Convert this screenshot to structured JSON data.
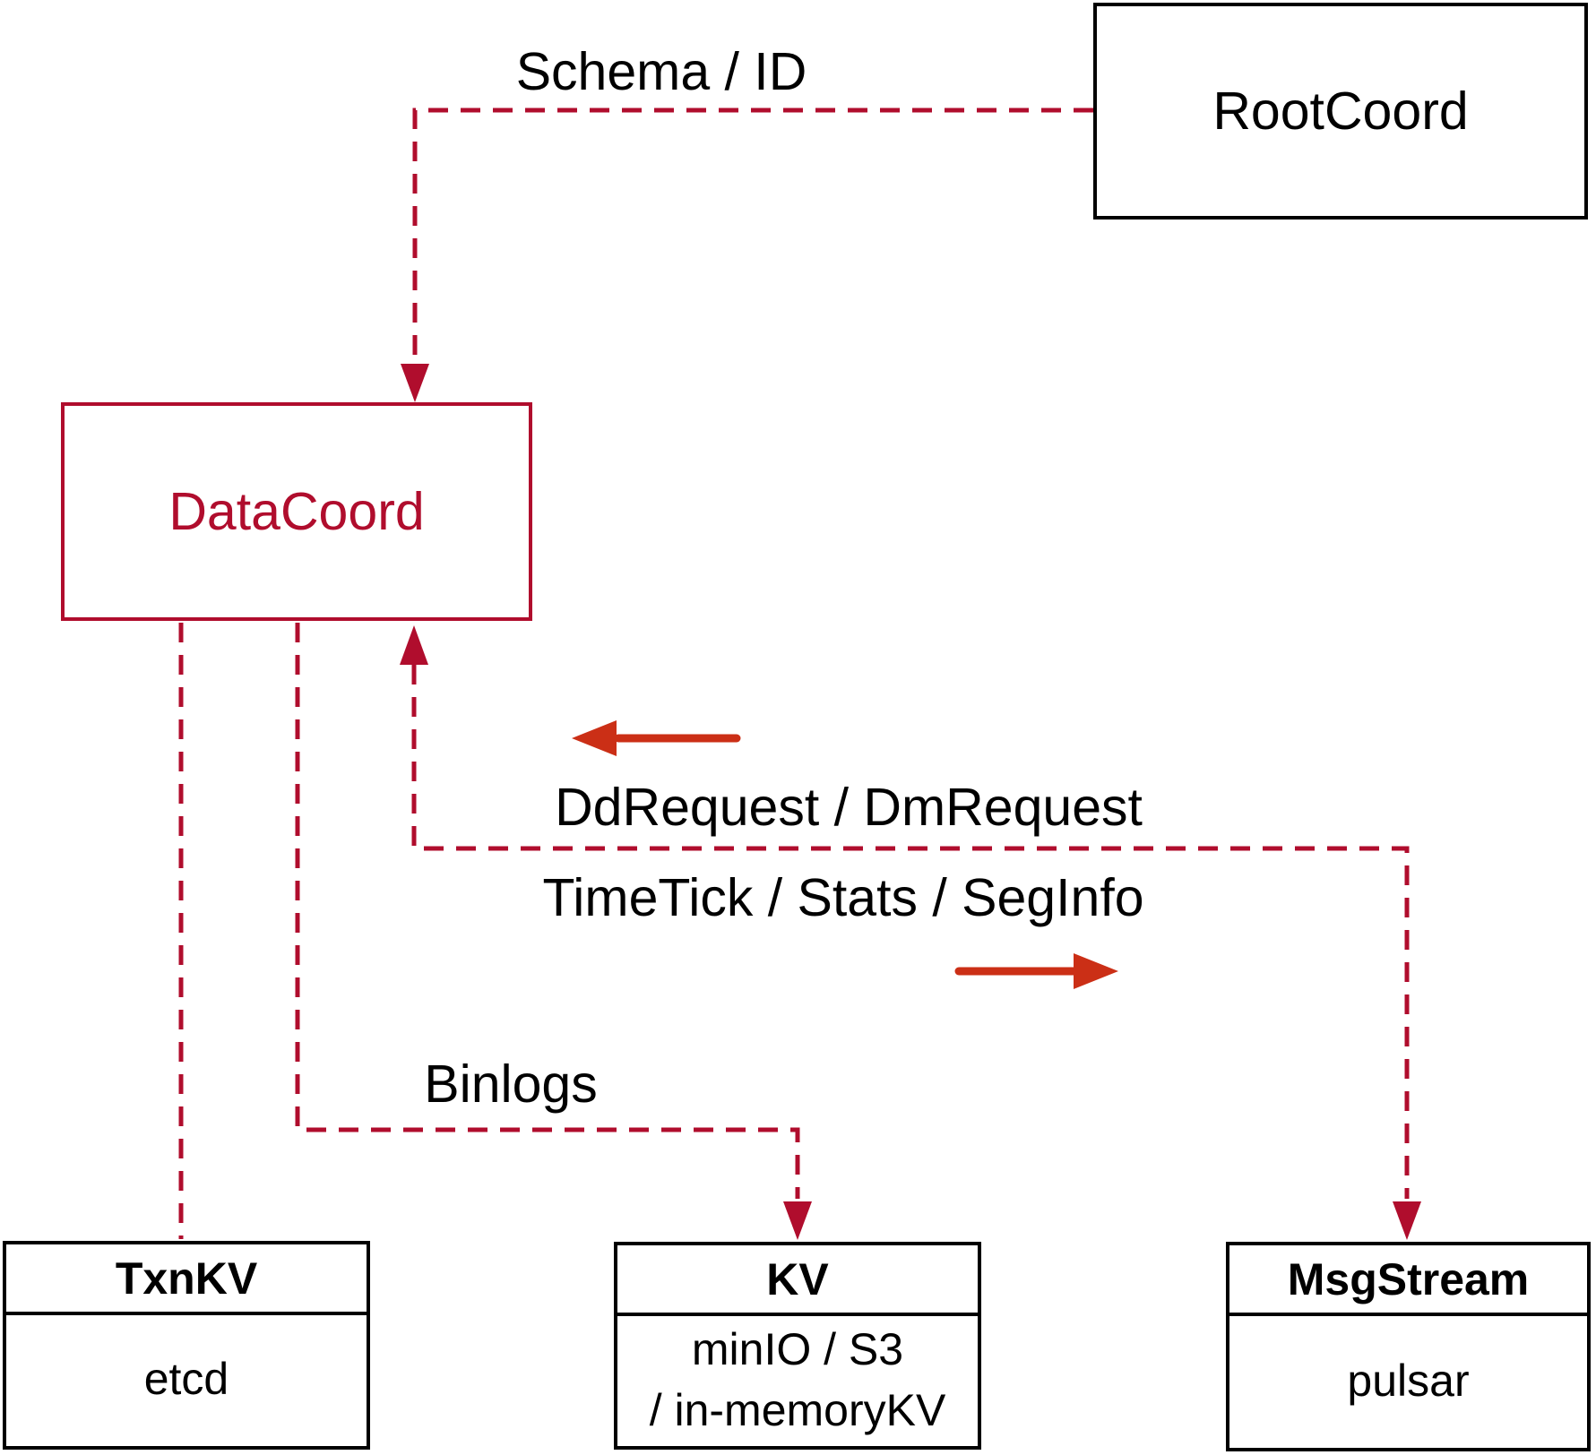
{
  "colors": {
    "crimson": "#b00d2d",
    "vermilion": "#cb2f16",
    "ink": "#000000"
  },
  "nodes": {
    "root_coord": {
      "label": "RootCoord"
    },
    "data_coord": {
      "label": "DataCoord"
    },
    "txn_kv": {
      "title": "TxnKV",
      "body": "etcd"
    },
    "kv": {
      "title": "KV",
      "body_line1": "minIO / S3",
      "body_line2": "/ in-memoryKV"
    },
    "msg_stream": {
      "title": "MsgStream",
      "body": "pulsar"
    }
  },
  "edge_labels": {
    "schema_id": "Schema / ID",
    "dd_request": "DdRequest / DmRequest",
    "time_tick": "TimeTick / Stats / SegInfo",
    "binlogs": "Binlogs"
  }
}
